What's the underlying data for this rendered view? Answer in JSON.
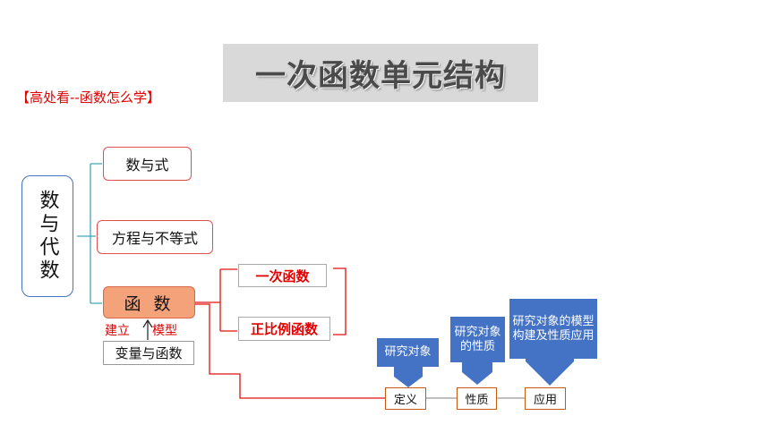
{
  "title": "一次函数单元结构",
  "subtitle": "【高处看--函数怎么学】",
  "main_topic": "数与代数",
  "branches": [
    {
      "label": "数与式"
    },
    {
      "label": "方程与不等式"
    },
    {
      "label": "函 数"
    }
  ],
  "function_notes": {
    "establish": "建立",
    "model": "模型"
  },
  "base_concept": "变量与函数",
  "sub_functions": [
    "一次函数",
    "正比例函数"
  ],
  "flow_steps": {
    "definition": "定义",
    "property": "性质",
    "application": "应用"
  },
  "study_arrows": {
    "object": "研究对象",
    "property": "研究对象的性质",
    "model": "研究对象的模型构建及性质应用"
  },
  "colors": {
    "arrow_fill": "#4472c4",
    "red_text": "#e00000",
    "function_fill": "#f4a27a",
    "branch_border": "#e05050",
    "main_border": "#4472c4",
    "title_bg": "#d9d9d9",
    "connector_red": "#e01010",
    "connector_cyan": "#40a8b0"
  }
}
